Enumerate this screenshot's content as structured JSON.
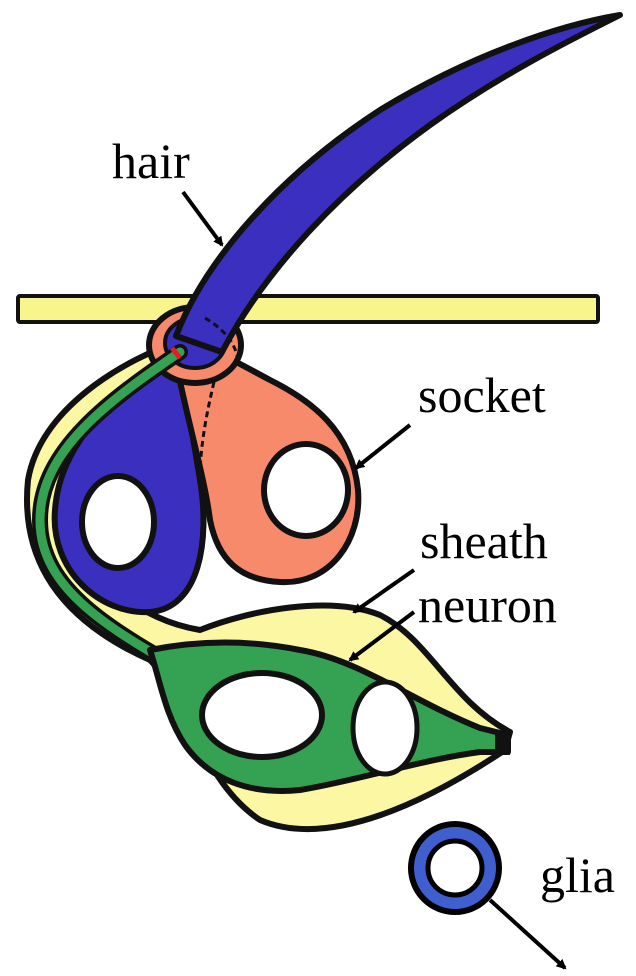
{
  "labels": {
    "hair": "hair",
    "socket": "socket",
    "sheath": "sheath",
    "neuron": "neuron",
    "glia": "glia"
  },
  "colors": {
    "hair": "#3a2fbf",
    "socket": "#f88a6c",
    "sheath": "#fbf7a2",
    "neuron": "#35a152",
    "glia": "#3f5fcf",
    "cuticle": "#f8f58c",
    "outline": "#111111"
  }
}
